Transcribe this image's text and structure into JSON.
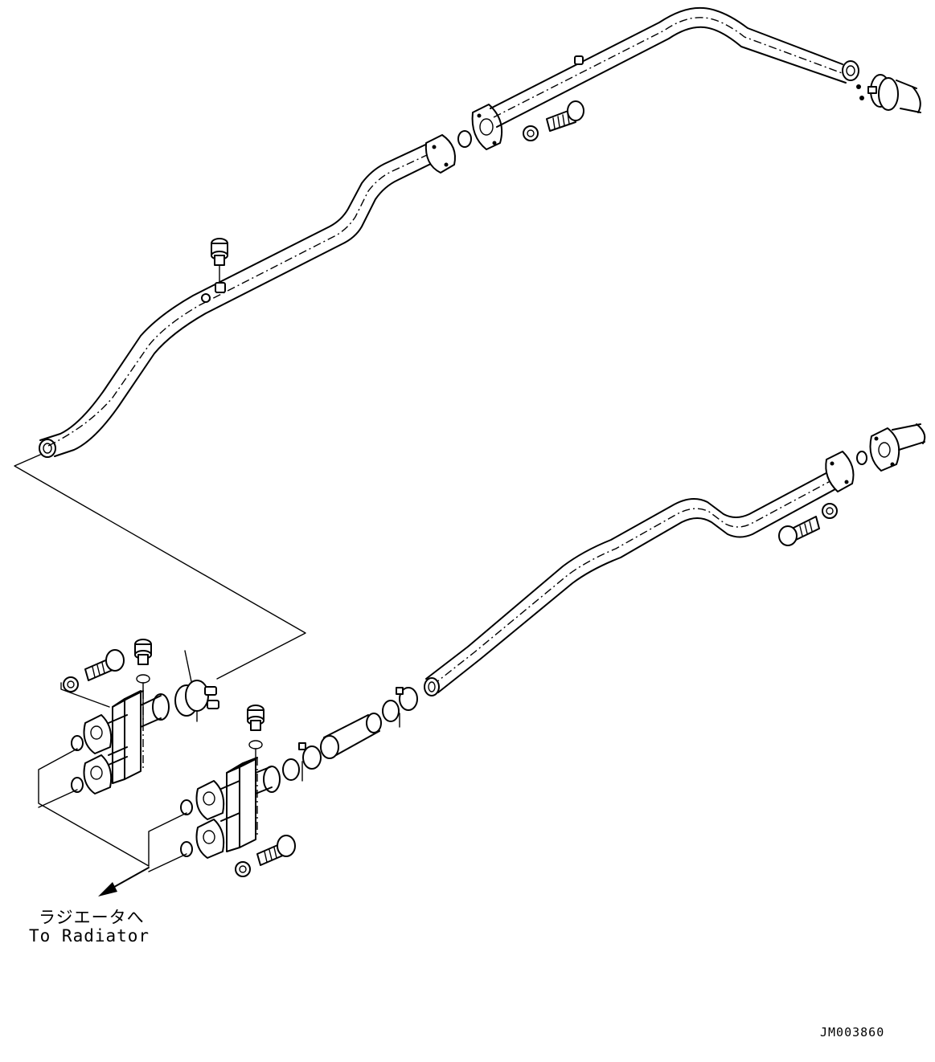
{
  "labels": {
    "destination_jp": "ラジエータへ",
    "destination_en": "To Radiator",
    "drawing_code": "JM003860"
  }
}
